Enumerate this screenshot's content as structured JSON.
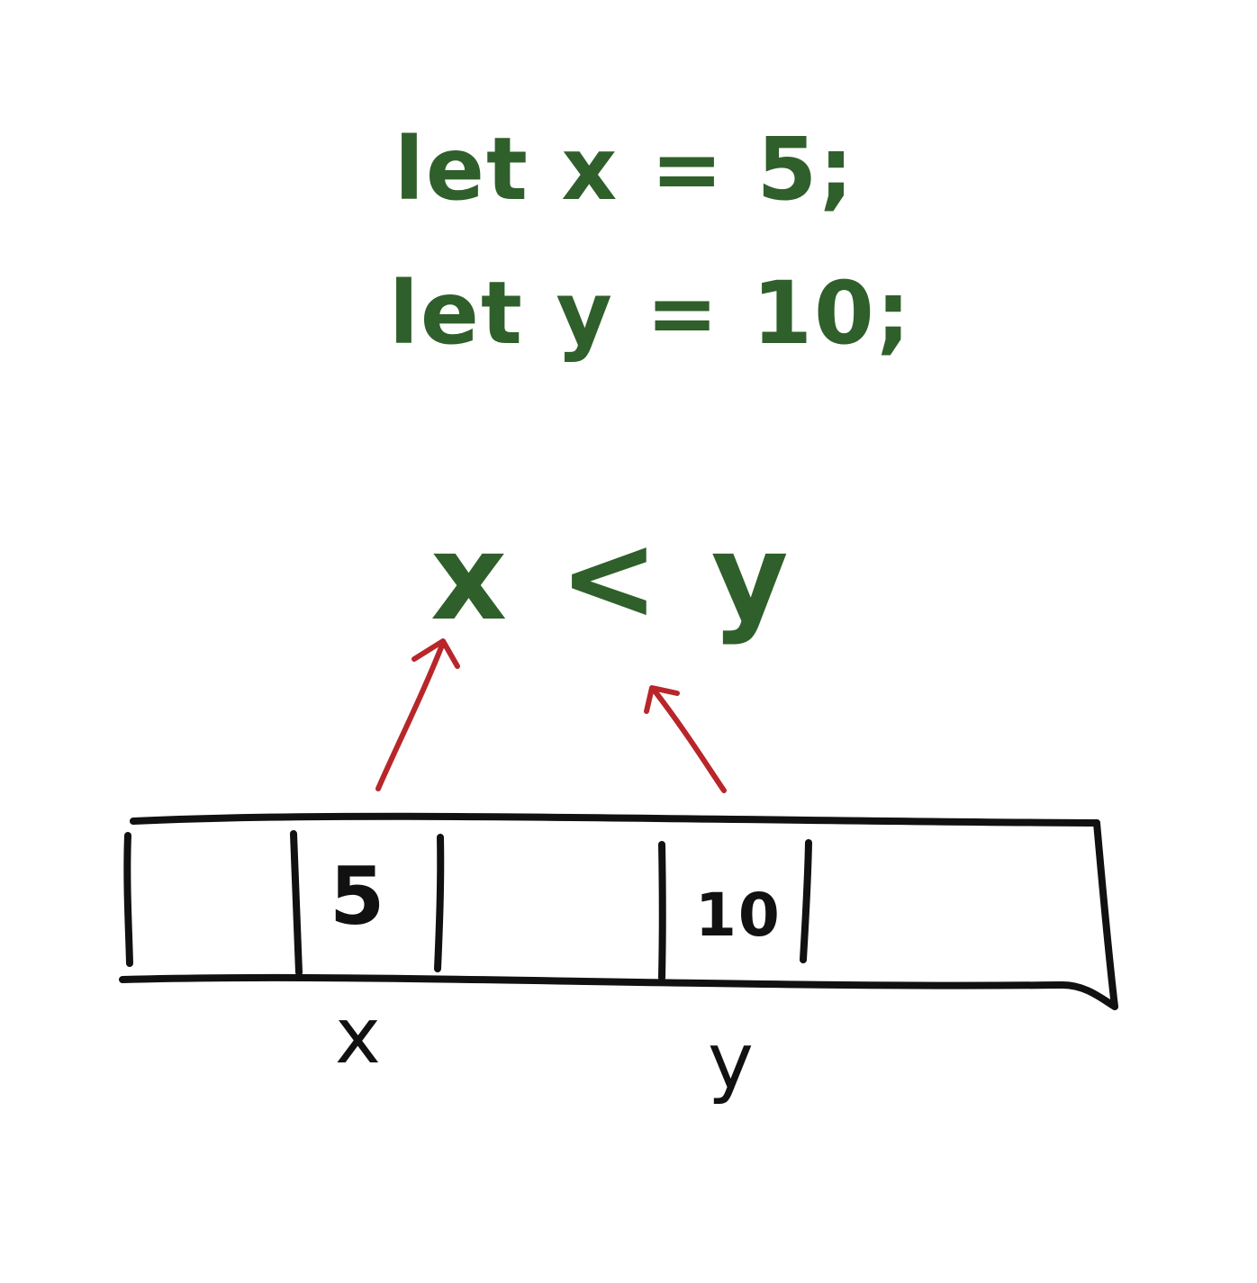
{
  "code": {
    "line1": "let x = 5;",
    "line2": "let y = 10;"
  },
  "expression": "x < y",
  "memory": {
    "cells": [
      {
        "value": ""
      },
      {
        "value": "5"
      },
      {
        "value": ""
      },
      {
        "value": "10"
      },
      {
        "value": ""
      }
    ],
    "labels": {
      "x": "x",
      "y": "y"
    }
  },
  "colors": {
    "code": "#2f5f2a",
    "arrows": "#b8262a",
    "memory": "#111111"
  },
  "icons": [
    "arrow-up-icon",
    "arrow-up-icon"
  ]
}
